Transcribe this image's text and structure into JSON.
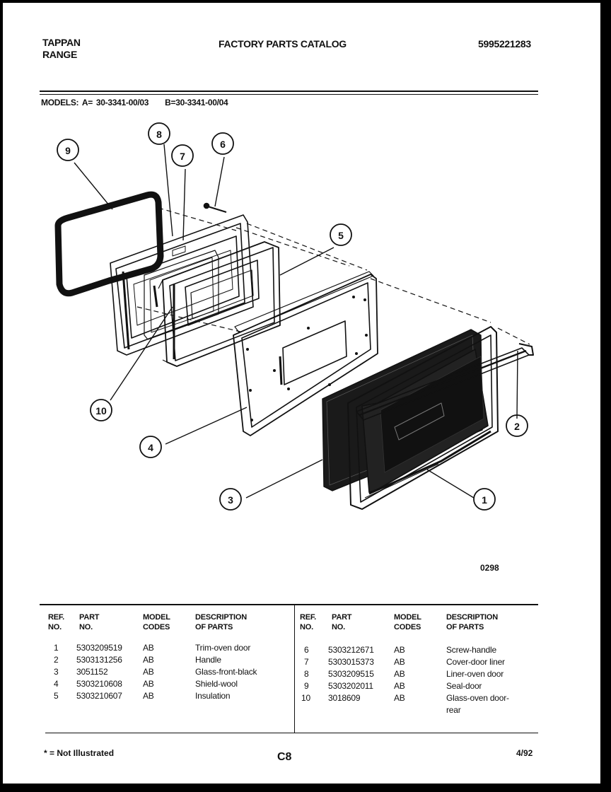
{
  "header": {
    "brand_line1": "TAPPAN",
    "brand_line2": "RANGE",
    "title": "FACTORY PARTS CATALOG",
    "catalog_number": "5995221283"
  },
  "models": {
    "label": "MODELS:",
    "a": "A= 30-3341-00/03",
    "b": "B=30-3341-00/04"
  },
  "diagram": {
    "callouts": [
      "1",
      "2",
      "3",
      "4",
      "5",
      "6",
      "7",
      "8",
      "9",
      "10"
    ],
    "drawing_code": "0298"
  },
  "table": {
    "headers": {
      "ref": [
        "REF.",
        "NO."
      ],
      "part": [
        "PART",
        "NO."
      ],
      "model": [
        "MODEL",
        "CODES"
      ],
      "desc": [
        "DESCRIPTION",
        "OF PARTS"
      ]
    },
    "left_rows": [
      {
        "ref": "1",
        "part": "5303209519",
        "codes": "AB",
        "desc": "Trim-oven door"
      },
      {
        "ref": "2",
        "part": "5303131256",
        "codes": "AB",
        "desc": "Handle"
      },
      {
        "ref": "3",
        "part": "3051152",
        "codes": "AB",
        "desc": "Glass-front-black"
      },
      {
        "ref": "4",
        "part": "5303210608",
        "codes": "AB",
        "desc": "Shield-wool"
      },
      {
        "ref": "5",
        "part": "5303210607",
        "codes": "AB",
        "desc": "Insulation"
      }
    ],
    "right_rows": [
      {
        "ref": "6",
        "part": "5303212671",
        "codes": "AB",
        "desc": "Screw-handle"
      },
      {
        "ref": "7",
        "part": "5303015373",
        "codes": "AB",
        "desc": "Cover-door liner"
      },
      {
        "ref": "8",
        "part": "5303209515",
        "codes": "AB",
        "desc": "Liner-oven door"
      },
      {
        "ref": "9",
        "part": "5303202011",
        "codes": "AB",
        "desc": "Seal-door"
      },
      {
        "ref": "10",
        "part": "3018609",
        "codes": "AB",
        "desc": "Glass-oven door-",
        "desc2": "rear"
      }
    ]
  },
  "footer": {
    "note": "* = Not Illustrated",
    "page_code": "C8",
    "date": "4/92"
  }
}
